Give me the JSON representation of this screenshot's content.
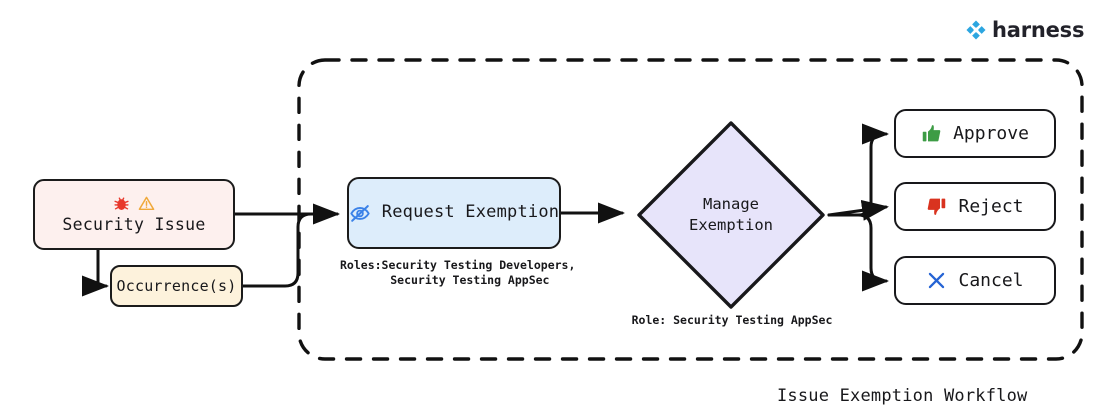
{
  "brand": {
    "name": "harness",
    "logo_icon": "harness-logo-icon",
    "color": "#2ca6e0"
  },
  "diagram": {
    "title": "Issue Exemption Workflow",
    "container_style": "dashed-rounded-border",
    "nodes": {
      "security_issue": {
        "label": "Security Issue",
        "fill": "#fdf0ee",
        "stroke": "#1b1b1b",
        "icons": [
          "bug-icon",
          "warning-triangle-icon"
        ],
        "icon_colors": [
          "#e8392c",
          "#f0a93b"
        ]
      },
      "occurrences": {
        "label": "Occurrence(s)",
        "fill": "#fdf2dc",
        "stroke": "#1b1b1b"
      },
      "request_exemption": {
        "label": "Request Exemption",
        "fill": "#ddedfb",
        "stroke": "#1b1b1b",
        "icon": "eye-slash-icon",
        "icon_color": "#3b82e8",
        "roles_caption": "Roles:Security Testing Developers,\n    Security Testing AppSec"
      },
      "manage_exemption": {
        "label": "Manage\nExemption",
        "fill": "#e7e4fa",
        "stroke": "#1b1b1b",
        "shape": "diamond",
        "role_caption": "Role: Security Testing AppSec"
      }
    },
    "actions": [
      {
        "key": "approve",
        "label": "Approve",
        "icon": "thumbs-up-icon",
        "icon_color": "#3d9c45",
        "fill": "#ffffff"
      },
      {
        "key": "reject",
        "label": "Reject",
        "icon": "thumbs-down-icon",
        "icon_color": "#d9331f",
        "fill": "#ffffff"
      },
      {
        "key": "cancel",
        "label": "Cancel",
        "icon": "x-cross-icon",
        "icon_color": "#2563d4",
        "fill": "#ffffff"
      }
    ]
  }
}
